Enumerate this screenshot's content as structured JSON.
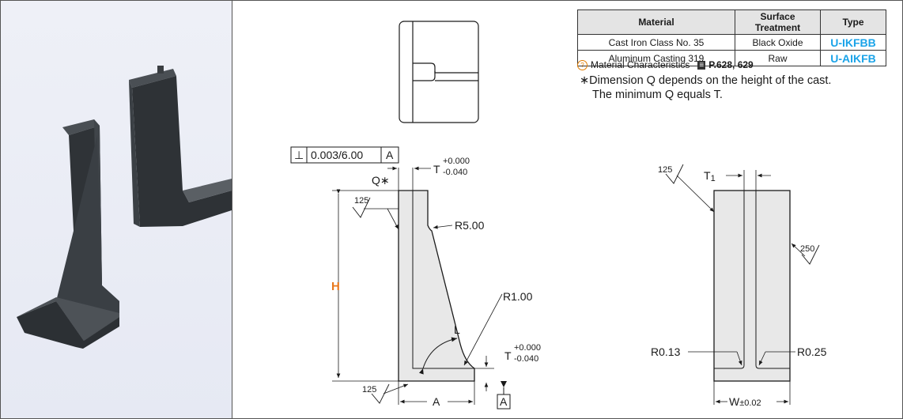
{
  "table": {
    "headers": [
      "Material",
      "Surface Treatment",
      "Type"
    ],
    "rows": [
      {
        "material": "Cast Iron Class No. 35",
        "treatment": "Black Oxide",
        "type": "U-IKFBB"
      },
      {
        "material": "Aluminum Casting 319",
        "treatment": "Raw",
        "type": "U-AIKFB"
      }
    ]
  },
  "note": {
    "text": "Material Characteristics",
    "ref": "P.628, 629"
  },
  "dimension_note": {
    "line1": "∗Dimension Q depends on the height of the cast.",
    "line2": "The minimum Q equals T."
  },
  "side_view": {
    "tolerance_frame": {
      "symbol": "⊥",
      "value": "0.003/6.00",
      "datum": "A"
    },
    "q_label": "Q∗",
    "t_label": "T",
    "t_tol_upper": "+0.000",
    "t_tol_lower": "-0.040",
    "r_top": "R5.00",
    "r_bottom": "R1.00",
    "h_label": "H",
    "l_label": "L",
    "a_label": "A",
    "datum_label": "A",
    "roughness_top": "125",
    "roughness_bottom": "125"
  },
  "front_view": {
    "t1_label": "T",
    "t1_sub": "1",
    "roughness_top": "125",
    "roughness_side": "250",
    "r_left": "R0.13",
    "r_right": "R0.25",
    "w_label": "W",
    "w_tol": "±0.02"
  },
  "colors": {
    "accent": "#1aa3e8",
    "h_label": "#e8791e",
    "photo_bg": "#eef0f7"
  }
}
